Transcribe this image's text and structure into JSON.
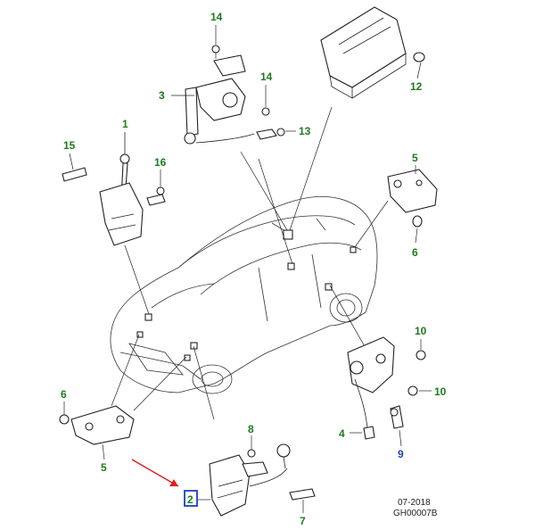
{
  "diagram": {
    "callouts": [
      {
        "id": "c14a",
        "label": "14",
        "variant": "green"
      },
      {
        "id": "c3",
        "label": "3",
        "variant": "green"
      },
      {
        "id": "c14b",
        "label": "14",
        "variant": "green"
      },
      {
        "id": "c13",
        "label": "13",
        "variant": "green"
      },
      {
        "id": "c12",
        "label": "12",
        "variant": "green"
      },
      {
        "id": "c1",
        "label": "1",
        "variant": "green"
      },
      {
        "id": "c15",
        "label": "15",
        "variant": "green"
      },
      {
        "id": "c16",
        "label": "16",
        "variant": "green"
      },
      {
        "id": "c5a",
        "label": "5",
        "variant": "green"
      },
      {
        "id": "c6a",
        "label": "6",
        "variant": "green"
      },
      {
        "id": "c10a",
        "label": "10",
        "variant": "green"
      },
      {
        "id": "c10b",
        "label": "10",
        "variant": "green"
      },
      {
        "id": "c4",
        "label": "4",
        "variant": "green"
      },
      {
        "id": "c9",
        "label": "9",
        "variant": "blue"
      },
      {
        "id": "c6b",
        "label": "6",
        "variant": "green"
      },
      {
        "id": "c5b",
        "label": "5",
        "variant": "green"
      },
      {
        "id": "c8",
        "label": "8",
        "variant": "green"
      },
      {
        "id": "c2",
        "label": "2",
        "variant": "green"
      },
      {
        "id": "c7",
        "label": "7",
        "variant": "green"
      }
    ],
    "highlight": {
      "label": "2",
      "box_color": "#1f3fbf",
      "arrow_color": "#e02020"
    },
    "footer": {
      "date": "07-2018",
      "code": "GH00007B"
    },
    "colors": {
      "callout_green": "#1f7a1f",
      "callout_blue": "#1f3fbf",
      "line": "#222222"
    }
  }
}
